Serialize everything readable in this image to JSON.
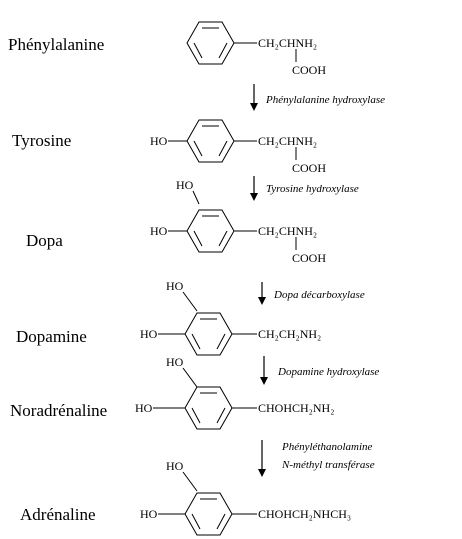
{
  "compounds": [
    {
      "name": "Phénylalanine",
      "side_chain": "CH₂CHNH₂",
      "carboxyl": "COOH"
    },
    {
      "name": "Tyrosine",
      "ring_ho": "HO",
      "side_chain": "CH₂CHNH₂",
      "carboxyl": "COOH"
    },
    {
      "name": "Dopa",
      "ring_ho_top": "HO",
      "ring_ho": "HO",
      "side_chain": "CH₂CHNH₂",
      "carboxyl": "COOH"
    },
    {
      "name": "Dopamine",
      "ring_ho_top": "HO",
      "ring_ho": "HO",
      "side_chain": "CH₂CH₂NH₂"
    },
    {
      "name": "Noradrénaline",
      "ring_ho_top": "HO",
      "ring_ho": "HO",
      "side_chain": "CHOHCH₂NH₂"
    },
    {
      "name": "Adrénaline",
      "ring_ho_top": "HO",
      "ring_ho": "HO",
      "side_chain": "CHOHCH₂NHCH₃"
    }
  ],
  "enzymes": [
    {
      "lines": [
        "Phénylalanine hydroxylase"
      ]
    },
    {
      "lines": [
        "Tyrosine hydroxylase"
      ]
    },
    {
      "lines": [
        "Dopa décarboxylase"
      ]
    },
    {
      "lines": [
        "Dopamine hydroxylase"
      ]
    },
    {
      "lines": [
        "Phényléthanolamine",
        "N-méthyl transférase"
      ]
    }
  ]
}
